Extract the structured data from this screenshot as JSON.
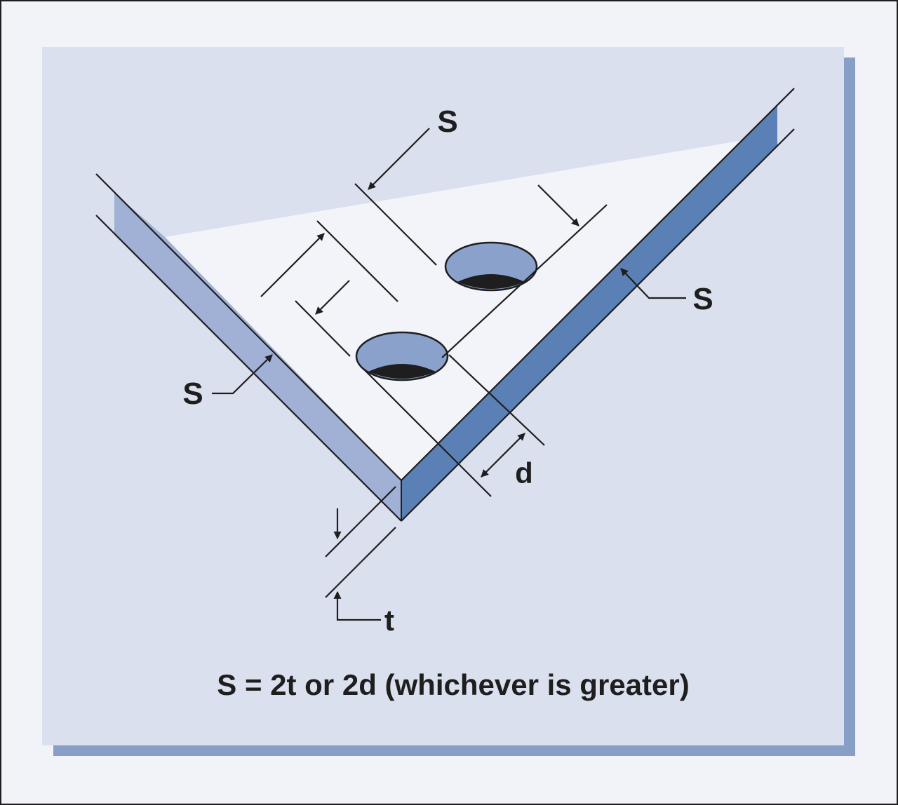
{
  "diagram": {
    "labels": {
      "s_top": "S",
      "s_right": "S",
      "s_left": "S",
      "d": "d",
      "t": "t"
    },
    "formula": "S = 2t or 2d (whichever is greater)",
    "colors": {
      "page_bg": "#f1f3f8",
      "panel_bg": "#dbe0ef",
      "panel_shadow": "#879ec7",
      "plate_top": "#f2f4f9",
      "left_edge_face": "#a1b1d6",
      "right_edge_face": "#5a80b6",
      "hole_fill": "#8aa2cb",
      "hole_shadow": "#1e1e1e",
      "line": "#1e1e1e"
    }
  }
}
